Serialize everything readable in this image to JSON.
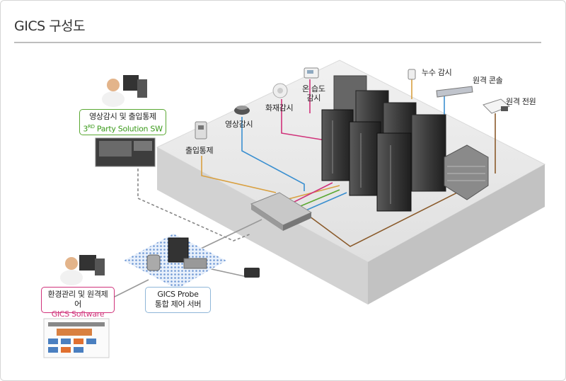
{
  "header": {
    "title": "GICS 구성도"
  },
  "labels": {
    "access_control": "출입통제",
    "video_surveillance": "영상감시",
    "fire_monitoring": "화재감시",
    "temp_humidity_l1": "온 습도",
    "temp_humidity_l2": "감시",
    "leak_detection": "누수 감시",
    "remote_console": "원격 콘솔",
    "remote_power": "원격 전원"
  },
  "boxes": {
    "third_party": {
      "line1": "영상감시 및 출입통제",
      "line2_pre": "3",
      "line2_sup": "RD",
      "line2_post": " Party Solution SW"
    },
    "gics_software": {
      "line1": "환경관리 및 원격제어",
      "line2": "GICS Software"
    },
    "gics_probe": {
      "line1": "GICS Probe",
      "line2": "통합 제어 서버"
    }
  },
  "colors": {
    "line_orange": "#d9a040",
    "line_blue": "#3a8fd0",
    "line_pink": "#d0327a",
    "line_green": "#5aa832",
    "line_brown": "#8a5a2a",
    "line_gray": "#999999",
    "box_green": "#5aa832",
    "box_pink": "#d0327a",
    "box_blue": "#8fb6d8"
  }
}
